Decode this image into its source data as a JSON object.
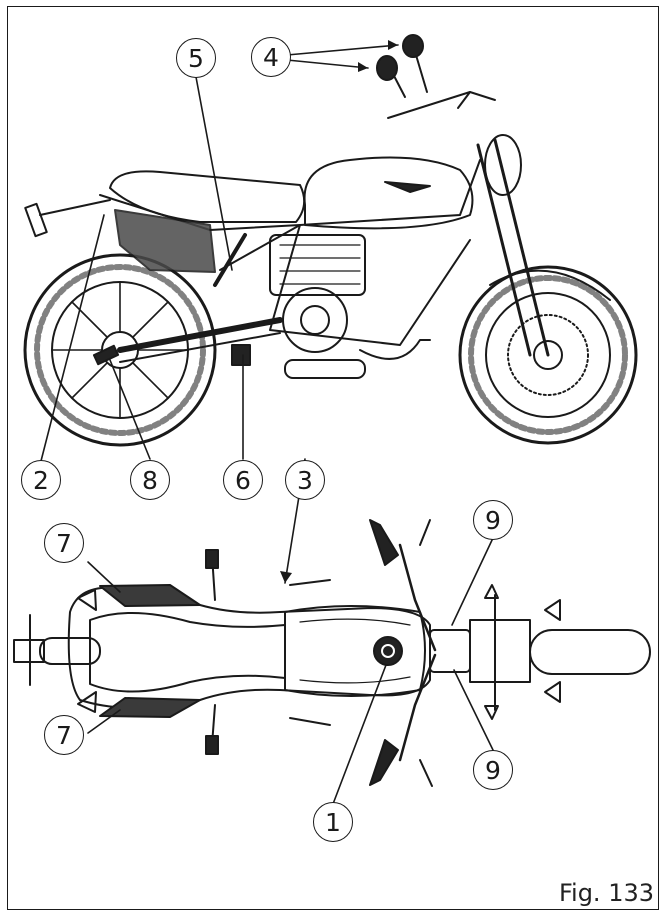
{
  "figure_label": "Fig. 133",
  "callouts": [
    "1",
    "2",
    "3",
    "4",
    "5",
    "6",
    "7",
    "8",
    "9"
  ],
  "line_color": "#1a1a1a"
}
